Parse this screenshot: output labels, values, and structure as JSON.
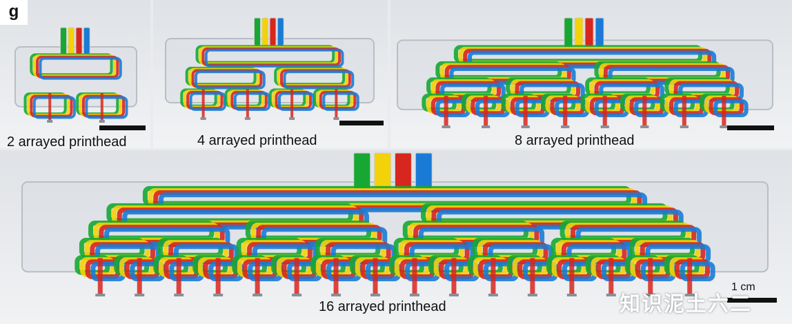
{
  "figure_letter": "g",
  "panels": [
    {
      "caption": "2 arrayed printhead",
      "outlets": 2
    },
    {
      "caption": "4 arrayed printhead",
      "outlets": 4
    },
    {
      "caption": "8 arrayed printhead",
      "outlets": 8
    },
    {
      "caption": "16 arrayed printhead",
      "outlets": 16
    }
  ],
  "scale_label": "1 cm",
  "watermark": "知识泥土六二",
  "colors": {
    "green": "#16a832",
    "yellow": "#f4d20a",
    "red": "#d7261e",
    "blue": "#1a7bd6",
    "block": "#d9dde2"
  }
}
